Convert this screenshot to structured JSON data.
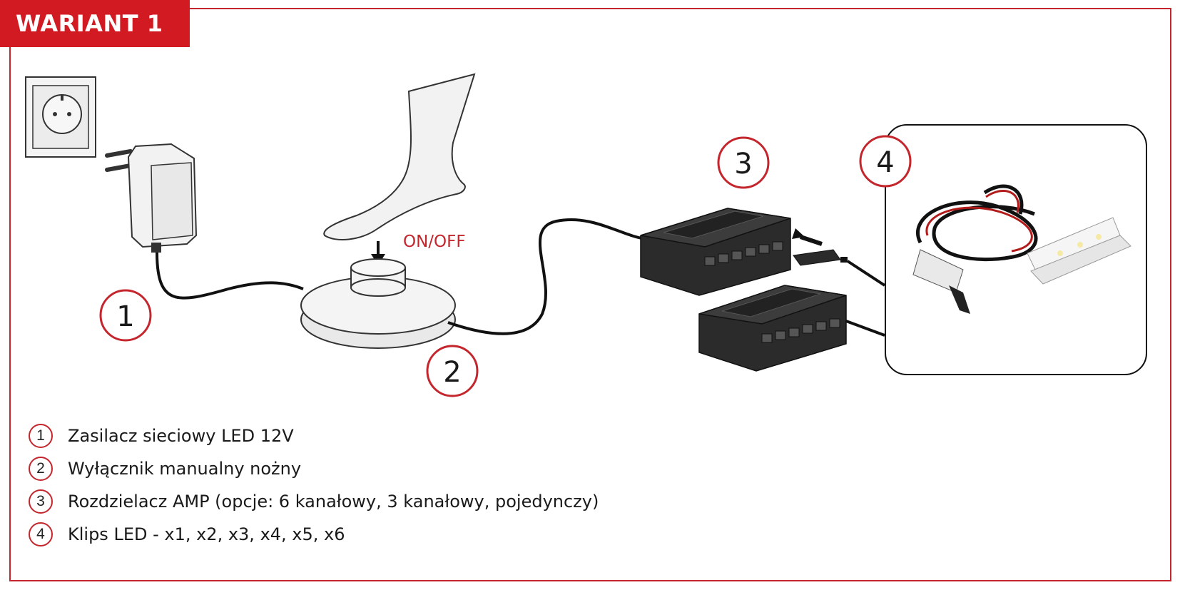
{
  "banner": {
    "title": "WARIANT 1"
  },
  "diagram": {
    "switch_label": "ON/OFF",
    "badges": [
      "1",
      "2",
      "3",
      "4"
    ]
  },
  "legend": [
    {
      "num": "1",
      "text": "Zasilacz sieciowy LED 12V"
    },
    {
      "num": "2",
      "text": "Wyłącznik manualny nożny"
    },
    {
      "num": "3",
      "text": "Rozdzielacz AMP (opcje: 6 kanałowy, 3 kanałowy, pojedynczy)"
    },
    {
      "num": "4",
      "text": "Klips LED - x1, x2, x3, x4, x5, x6"
    }
  ],
  "colors": {
    "accent": "#c4262d",
    "banner": "#d21a22",
    "device": "#2b2b2b"
  },
  "icons": [
    "wall-socket-icon",
    "power-adapter-icon",
    "foot-icon",
    "foot-switch-icon",
    "distributor-icon",
    "connector-plug-icon",
    "led-clip-icon",
    "arrow-icon"
  ]
}
